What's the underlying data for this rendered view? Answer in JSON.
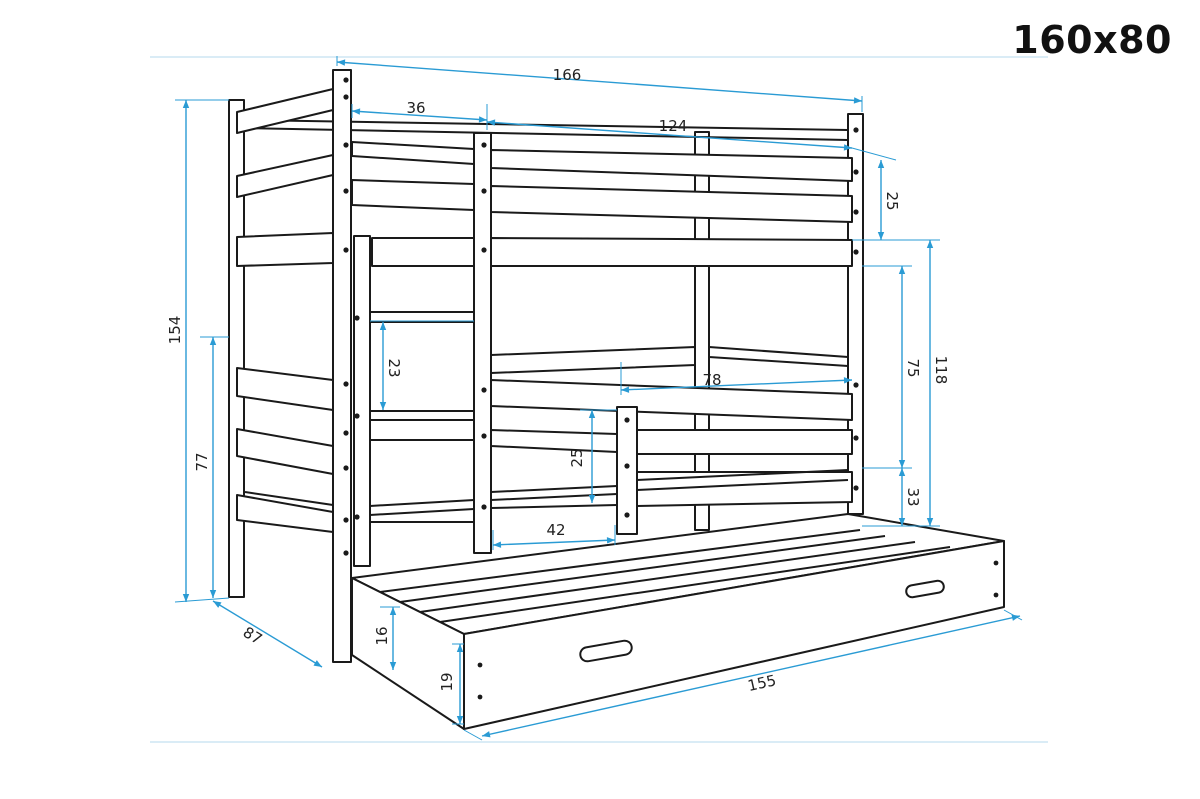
{
  "title": "160x80",
  "accent_color": "#2a9bd4",
  "dimensions": {
    "total_length": "166",
    "ladder_section": "36",
    "mattress_length": "124",
    "top_rail_height": "25",
    "upper_clearance": "118",
    "lower_rail_space": "75",
    "lower_bed_height": "33",
    "ladder_step": "23",
    "guard_length": "78",
    "guard_height": "25",
    "entry_width": "42",
    "total_height": "154",
    "lower_height": "77",
    "depth": "87",
    "drawer_height_inner": "16",
    "drawer_height": "19",
    "drawer_length": "155"
  }
}
